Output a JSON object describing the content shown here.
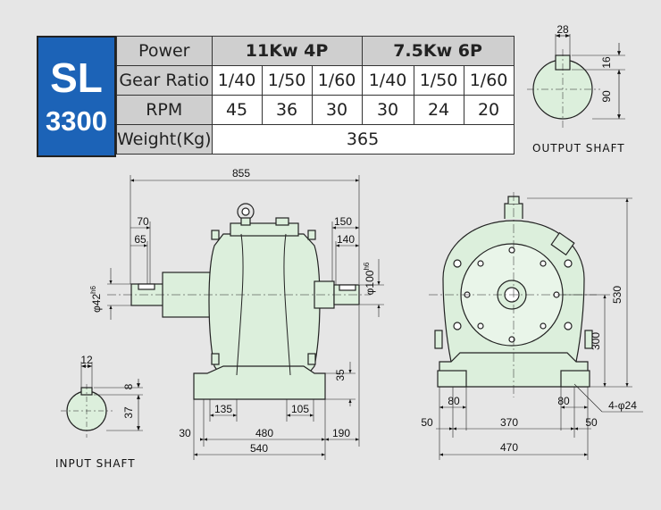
{
  "model": {
    "series": "SL",
    "number": "3300"
  },
  "spec_table": {
    "power_label": "Power",
    "power_groups": [
      "11Kw 4P",
      "7.5Kw 6P"
    ],
    "gear_ratio_label": "Gear Ratio",
    "gear_ratios": [
      "1/40",
      "1/50",
      "1/60",
      "1/40",
      "1/50",
      "1/60"
    ],
    "rpm_label": "RPM",
    "rpm_values": [
      "45",
      "36",
      "30",
      "30",
      "24",
      "20"
    ],
    "weight_label": "Weight(Kg)",
    "weight_value": "365"
  },
  "labels": {
    "output_shaft": "OUTPUT SHAFT",
    "input_shaft": "INPUT SHAFT"
  },
  "dims": {
    "out_key_w": "28",
    "out_key_d": "16",
    "out_h": "90",
    "overall_len": "855",
    "d70": "70",
    "d65": "65",
    "d150": "150",
    "d140": "140",
    "d100": "φ100",
    "d100_tol": "h6",
    "d42": "φ42",
    "d42_tol": "h6",
    "d35": "35",
    "d135": "135",
    "d105": "105",
    "d30": "30",
    "d480": "480",
    "d190": "190",
    "d540": "540",
    "in_key_w": "12",
    "in_key_d": "8",
    "in_h": "37",
    "d530": "530",
    "d300": "300",
    "d80l": "80",
    "d80r": "80",
    "holes": "4-φ24",
    "d50l": "50",
    "d370": "370",
    "d50r": "50",
    "d470": "470"
  },
  "colors": {
    "badge": "#1c63b7",
    "body": "#dcefdc",
    "header": "#cfcfcf",
    "background": "#e6e6e6"
  }
}
